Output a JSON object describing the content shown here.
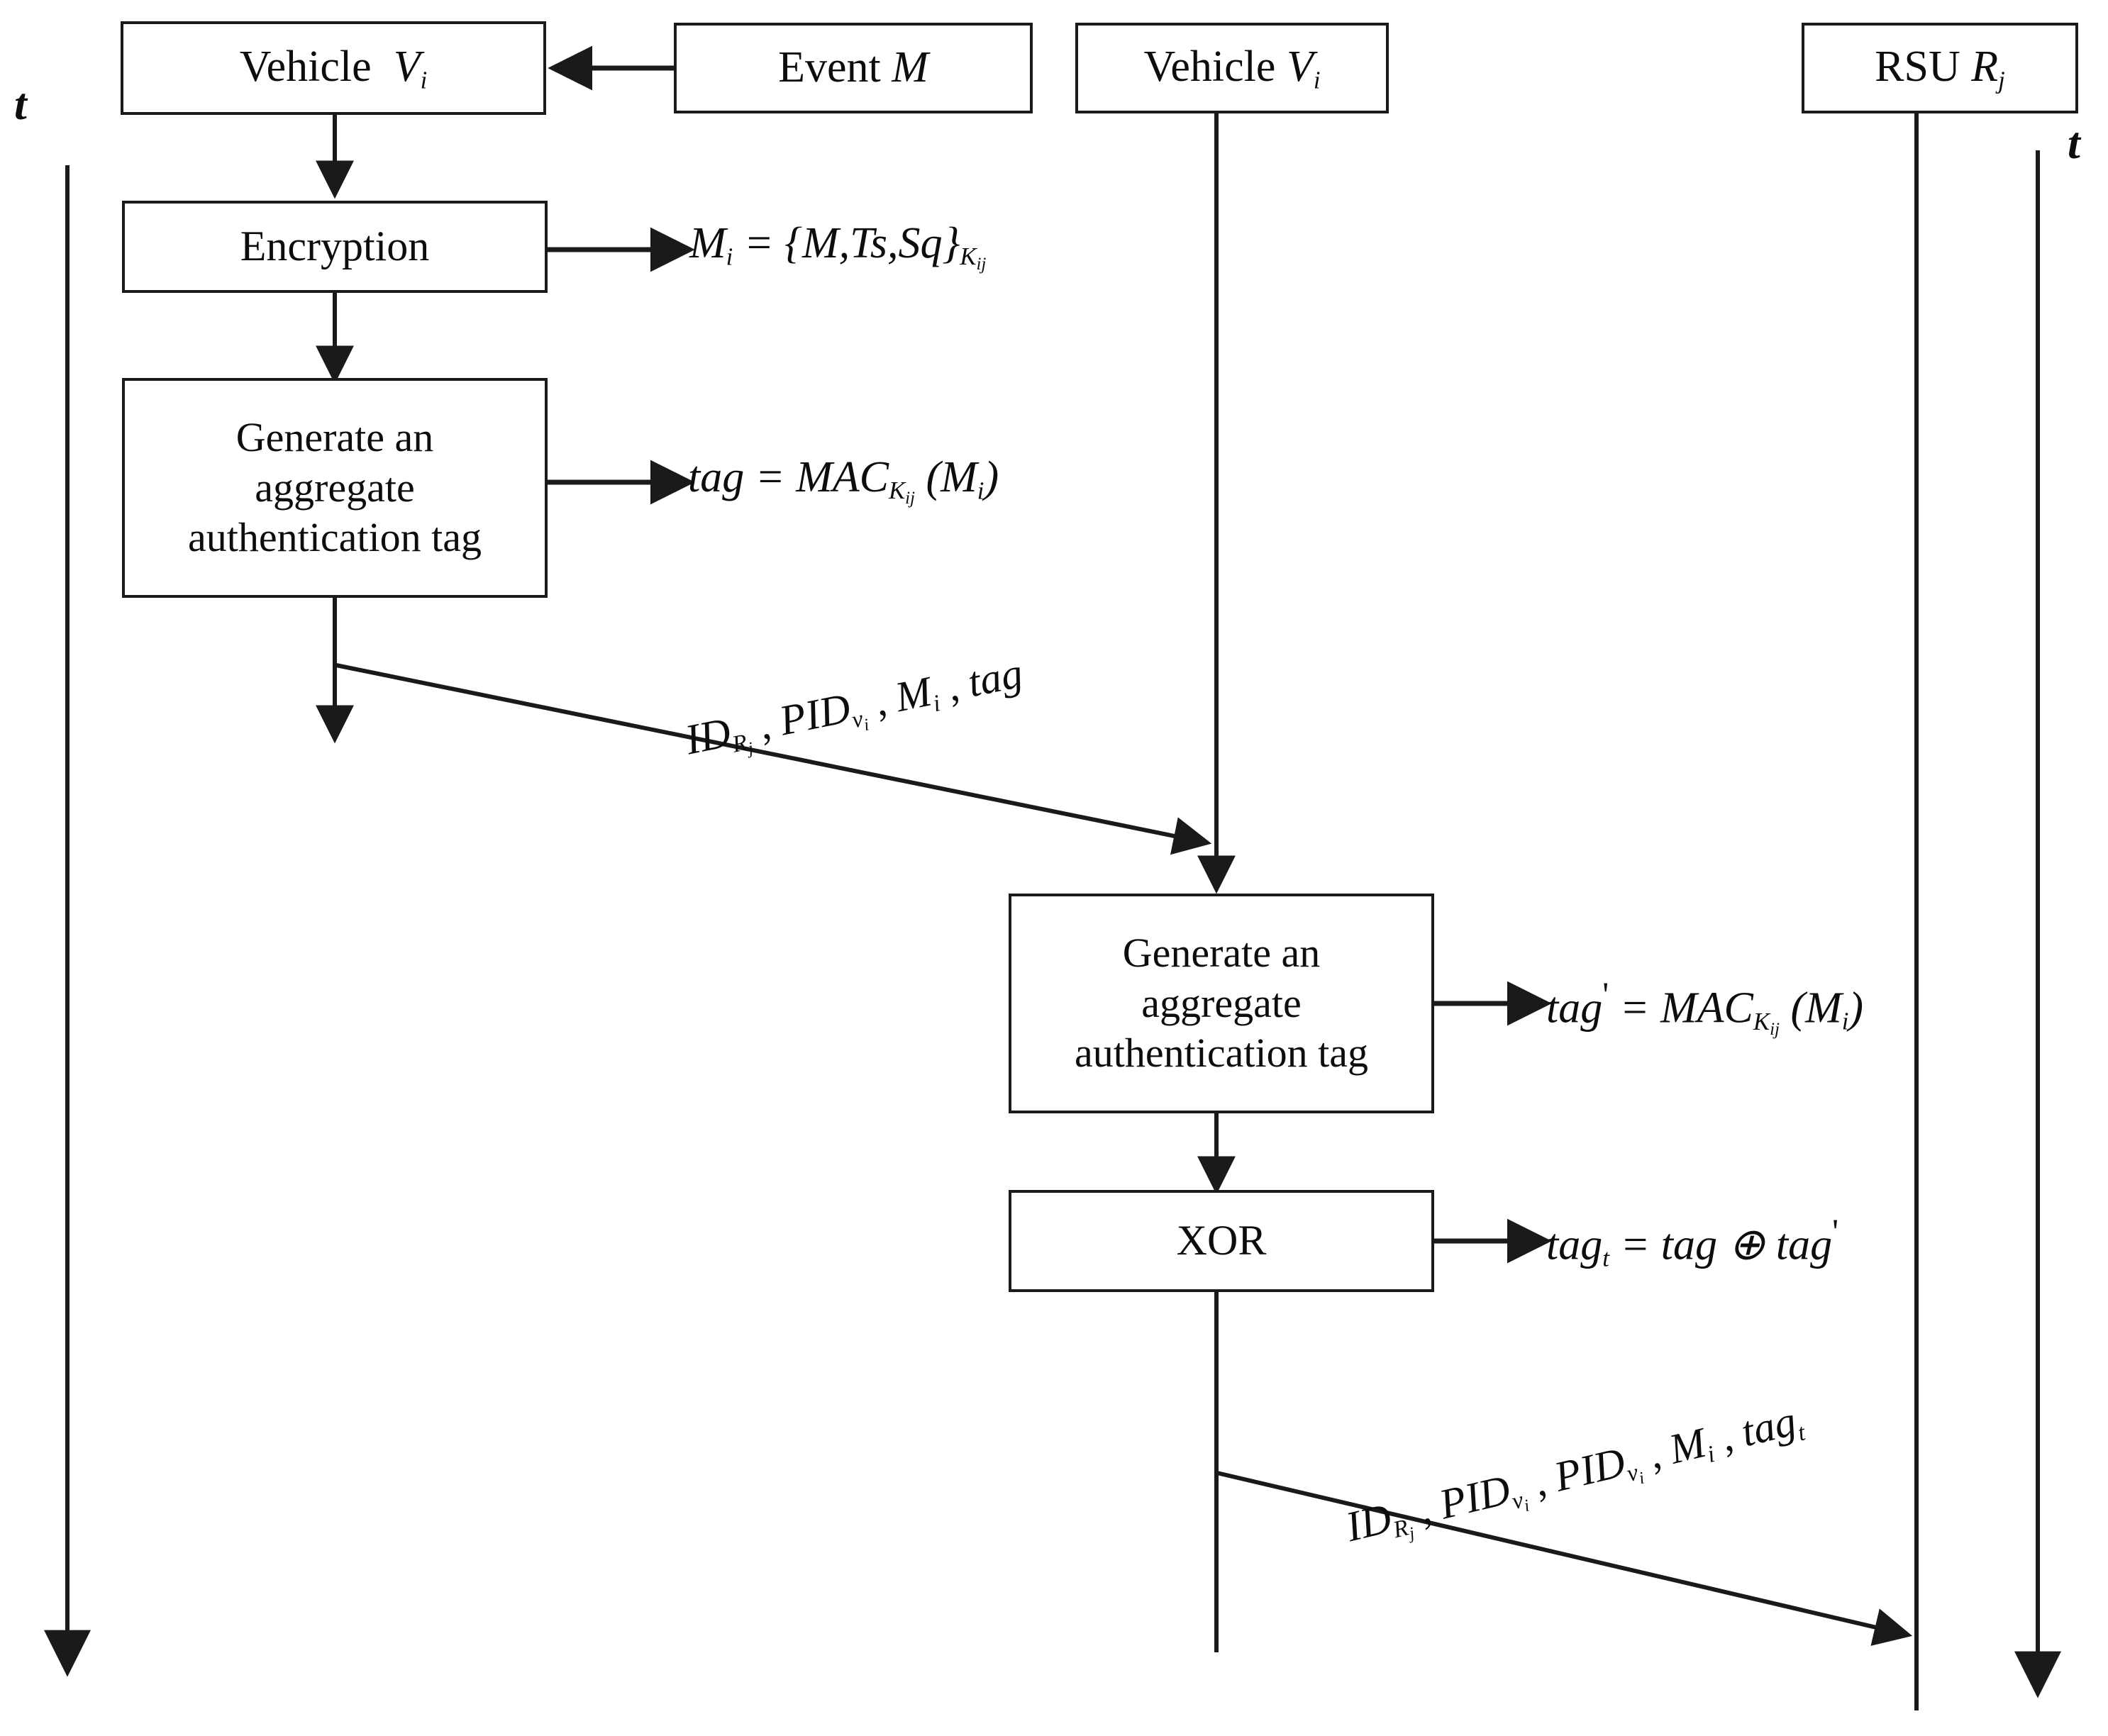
{
  "diagram": {
    "title": "Aggregate authentication message-flow sequence diagram",
    "time_axis_label_left": "t",
    "time_axis_label_right": "t",
    "stroke_color": "#1a1a1a",
    "background_color": "#ffffff"
  },
  "actors": [
    {
      "id": "vehicle-vi-left",
      "label_plain": "Vehicle  V",
      "label_sub": "i"
    },
    {
      "id": "event-m",
      "label_plain": "Event ",
      "label_italic": "M"
    },
    {
      "id": "vehicle-vi-middle",
      "label_plain": "Vehicle ",
      "label_italic": "V",
      "label_sub": "i"
    },
    {
      "id": "rsu-rj",
      "label_plain": "RSU ",
      "label_italic": "R",
      "label_sub": "j"
    }
  ],
  "process_boxes": [
    {
      "id": "encryption",
      "lines": [
        "Encryption"
      ]
    },
    {
      "id": "generate-tag-left",
      "lines": [
        "Generate an",
        "aggregate",
        "authentication tag"
      ]
    },
    {
      "id": "generate-tag-middle",
      "lines": [
        "Generate an",
        "aggregate",
        "authentication tag"
      ]
    },
    {
      "id": "xor",
      "lines": [
        "XOR"
      ]
    }
  ],
  "formulas": {
    "encryption_output": {
      "lhs": "M",
      "lhs_sub": "i",
      "eq": " = {",
      "body": "M,Ts,Sq",
      "close": "}",
      "key_sub": "K",
      "key_sub_sub": "ij"
    },
    "tag_left": {
      "lhs": "tag",
      "eq": " = ",
      "fn": "MAC",
      "key_sub": "K",
      "key_sub_sub": "ij",
      "arg_open": " (",
      "arg": "M",
      "arg_sub": "i",
      "arg_close": ")"
    },
    "tag_prime_middle": {
      "lhs": "tag",
      "prime": "'",
      "eq": " = ",
      "fn": "MAC",
      "key_sub": "K",
      "key_sub_sub": "ij",
      "arg_open": " (",
      "arg": "M",
      "arg_sub": "i",
      "arg_close": ")"
    },
    "xor_output": {
      "lhs": "tag",
      "lhs_sub": "t",
      "eq": " = ",
      "a": "tag",
      "op": " ⊕ ",
      "b": "tag",
      "prime": "'"
    }
  },
  "messages": [
    {
      "id": "msg-vehicle-to-vehicle",
      "parts": [
        "ID",
        "R_j",
        ", ",
        "PID",
        "V_i",
        ", ",
        "M",
        "i",
        ", ",
        "tag"
      ],
      "text_plain": "ID_Rj , PID_Vi , M_i , tag"
    },
    {
      "id": "msg-vehicle-to-rsu",
      "parts": [
        "ID",
        "R_j",
        ", ",
        "PID",
        "V_i",
        ", ",
        "PID",
        "V_i",
        ", ",
        "M",
        "i",
        ", ",
        "tag",
        "t"
      ],
      "text_plain": "ID_Rj , PID_Vi , PID_Vi , M_i , tag_t"
    }
  ]
}
